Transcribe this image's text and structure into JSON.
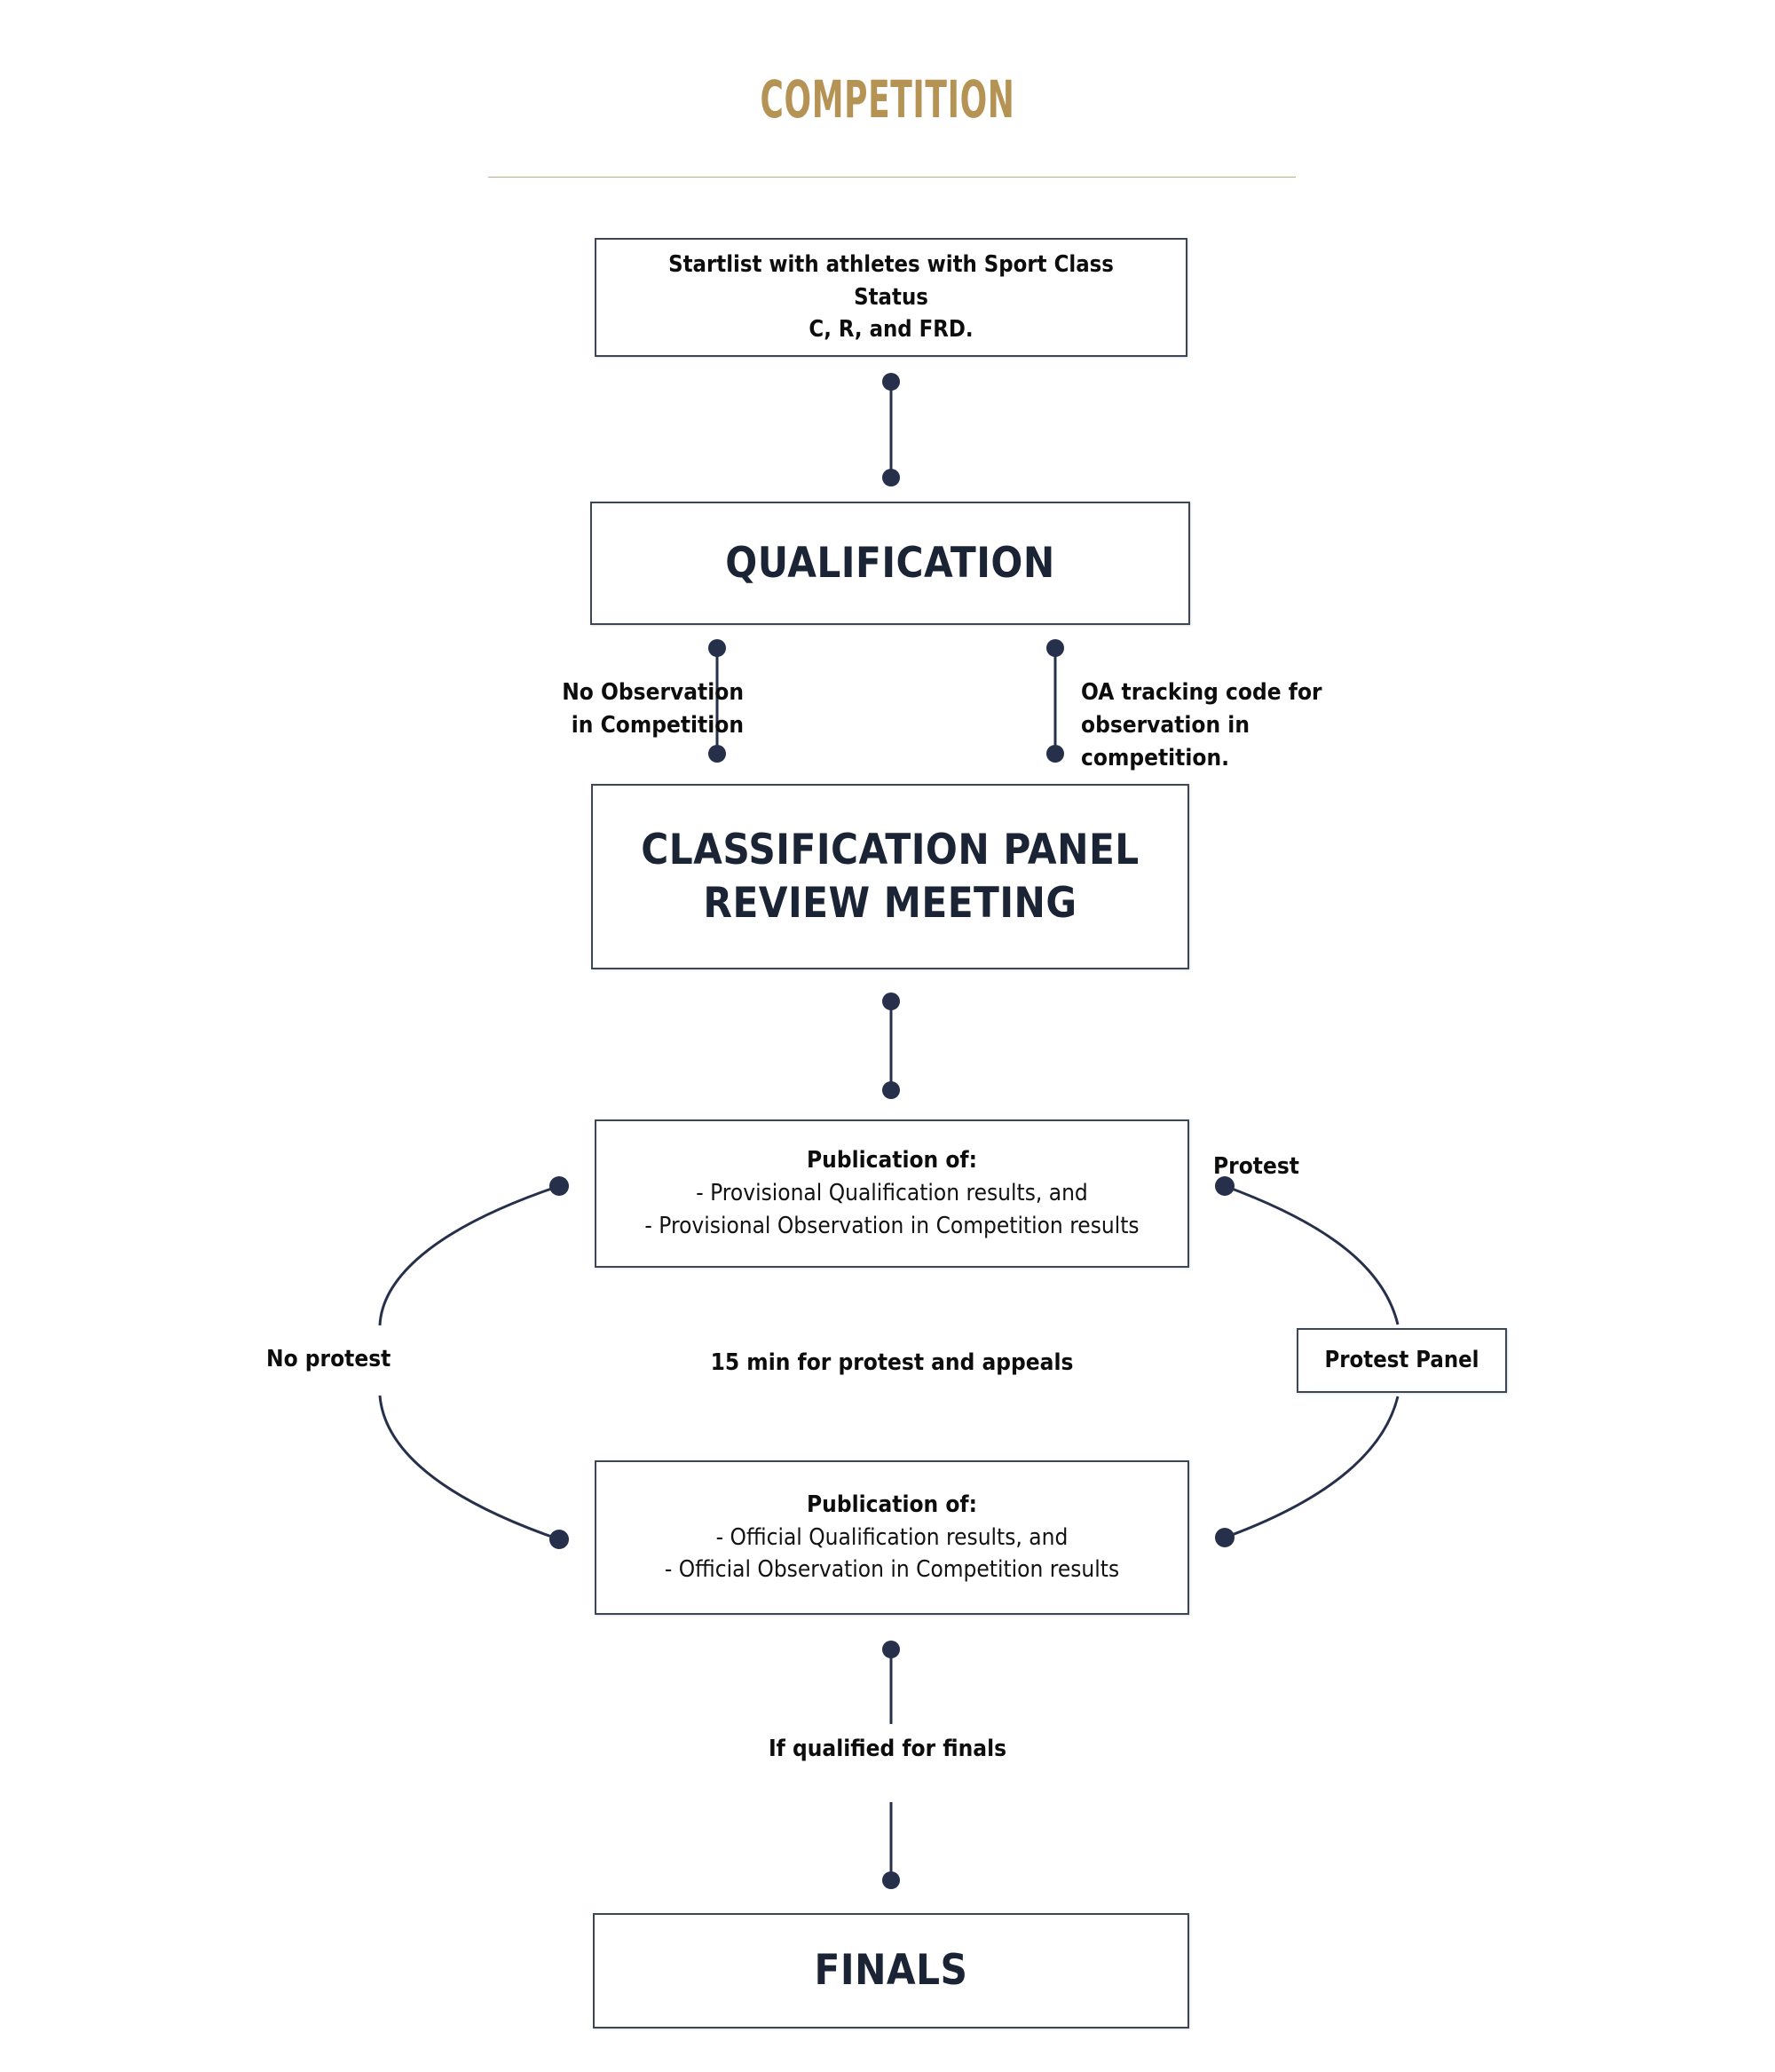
{
  "page": {
    "title": "COMPETITION",
    "background": "#ffffff",
    "accent_gold": "#b59355",
    "node_color": "#1b2435",
    "connector_color": "#26304a"
  },
  "nodes": {
    "startlist": {
      "id": "startlist",
      "lines": [
        "Startlist with athletes with Sport Class Status",
        "C, R, and FRD."
      ]
    },
    "qualification": {
      "id": "qualification",
      "label": "QUALIFICATION"
    },
    "review_meeting": {
      "id": "review-meeting",
      "lines": [
        "CLASSIFICATION PANEL",
        "REVIEW MEETING"
      ]
    },
    "provisional_publication": {
      "id": "provisional-publication",
      "heading": "Publication of:",
      "items": [
        "- Provisional Qualification results, and",
        "- Provisional Observation in Competition results"
      ]
    },
    "protest_panel": {
      "id": "protest-panel",
      "label": "Protest Panel"
    },
    "official_publication": {
      "id": "official-publication",
      "heading": "Publication of:",
      "items": [
        "- Official Qualification results, and",
        "- Official Observation in Competition results"
      ]
    },
    "finals": {
      "id": "finals",
      "label": "FINALS"
    }
  },
  "edge_labels": {
    "no_observation": "No Observation\nin Competition",
    "oa_tracking": "OA tracking code for\nobservation in competition.",
    "protest": "Protest",
    "no_protest": "No protest",
    "fifteen_min": "15 min for protest and appeals",
    "if_qualified": "If qualified for finals"
  }
}
